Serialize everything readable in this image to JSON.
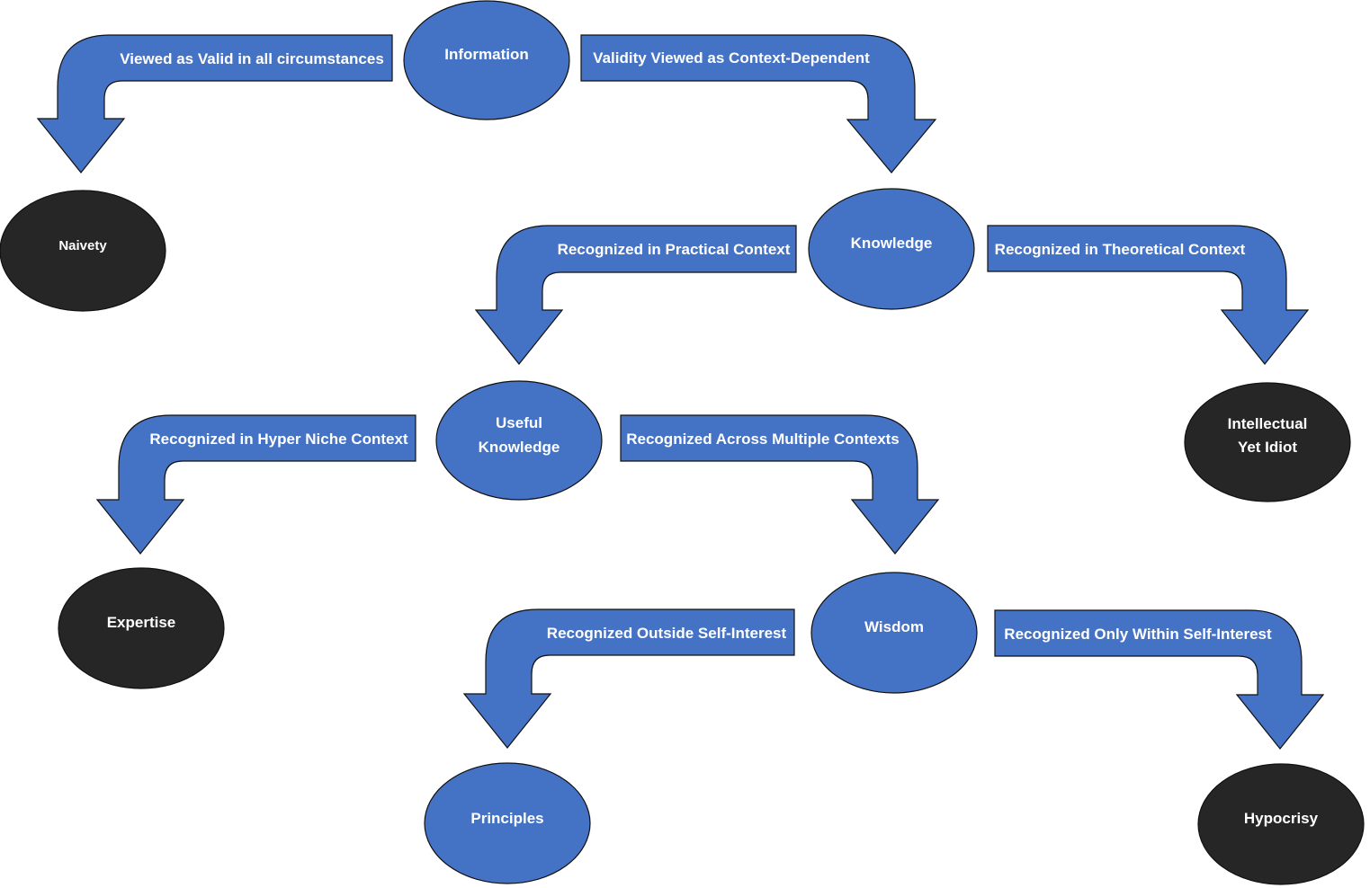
{
  "colors": {
    "blue_node": "#4472c4",
    "dark_node": "#262626",
    "arrow_fill": "#4472c4",
    "label_text": "#ffffff"
  },
  "nodes": {
    "information": {
      "lines": [
        "Information"
      ],
      "color": "blue"
    },
    "naivety": {
      "lines": [
        "Naivety"
      ],
      "color": "dark"
    },
    "knowledge": {
      "lines": [
        "Knowledge"
      ],
      "color": "blue"
    },
    "useful_knowledge": {
      "lines": [
        "Useful",
        "Knowledge"
      ],
      "color": "blue"
    },
    "intellectual_yet_idiot": {
      "lines": [
        "Intellectual",
        "Yet Idiot"
      ],
      "color": "dark"
    },
    "expertise": {
      "lines": [
        "Expertise"
      ],
      "color": "dark"
    },
    "wisdom": {
      "lines": [
        "Wisdom"
      ],
      "color": "blue"
    },
    "principles": {
      "lines": [
        "Principles"
      ],
      "color": "blue"
    },
    "hypocrisy": {
      "lines": [
        "Hypocrisy"
      ],
      "color": "dark"
    }
  },
  "edges": {
    "information_to_naivety": {
      "label": "Viewed as Valid in all circumstances",
      "from": "Information",
      "to": "Naivety"
    },
    "information_to_knowledge": {
      "label": "Validity Viewed as Context-Dependent",
      "from": "Information",
      "to": "Knowledge"
    },
    "knowledge_to_useful": {
      "label": "Recognized in Practical Context",
      "from": "Knowledge",
      "to": "Useful Knowledge"
    },
    "knowledge_to_iyi": {
      "label": "Recognized in Theoretical Context",
      "from": "Knowledge",
      "to": "Intellectual Yet Idiot"
    },
    "useful_to_expertise": {
      "label": "Recognized in Hyper Niche Context",
      "from": "Useful Knowledge",
      "to": "Expertise"
    },
    "useful_to_wisdom": {
      "label": "Recognized Across Multiple Contexts",
      "from": "Useful Knowledge",
      "to": "Wisdom"
    },
    "wisdom_to_principles": {
      "label": "Recognized Outside Self-Interest",
      "from": "Wisdom",
      "to": "Principles"
    },
    "wisdom_to_hypocrisy": {
      "label": "Recognized Only Within Self-Interest",
      "from": "Wisdom",
      "to": "Hypocrisy"
    }
  }
}
